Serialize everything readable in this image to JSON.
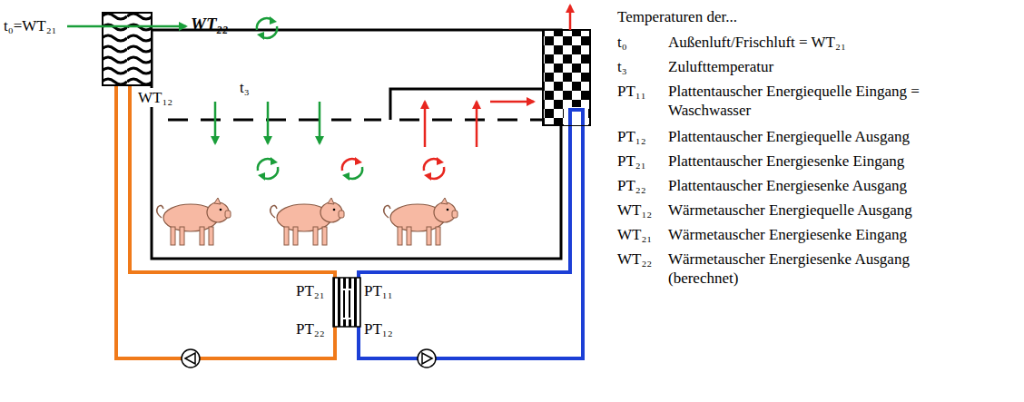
{
  "diagram": {
    "labels": [
      "t₀=WT₂₁",
      "WT₂₂",
      "WT₁₂",
      "t₃",
      "PT₂₁",
      "PT₁₁",
      "PT₂₂",
      "PT₁₂",
      "Temperaturen der...",
      "t₀",
      "Außenluft/Frischluft = WT₂₁",
      "t₃",
      "Zulufttemperatur",
      "PT₁₁",
      "Plattentauscher Energiequelle Eingang = Waschwasser",
      "PT₁₂",
      "Plattentauscher Energiequelle Ausgang",
      "PT₂₁",
      "Plattentauscher Energiesenke Eingang",
      "PT₂₂",
      "Plattentauscher Energiesenke Ausgang",
      "WT₁₂",
      "Wärmetauscher Energiequelle Ausgang",
      "WT₂₁",
      "Wärmetauscher Energiesenke Eingang",
      "WT₂₂",
      "Wärmetauscher Energiesenke Ausgang (berechnet)"
    ]
  }
}
